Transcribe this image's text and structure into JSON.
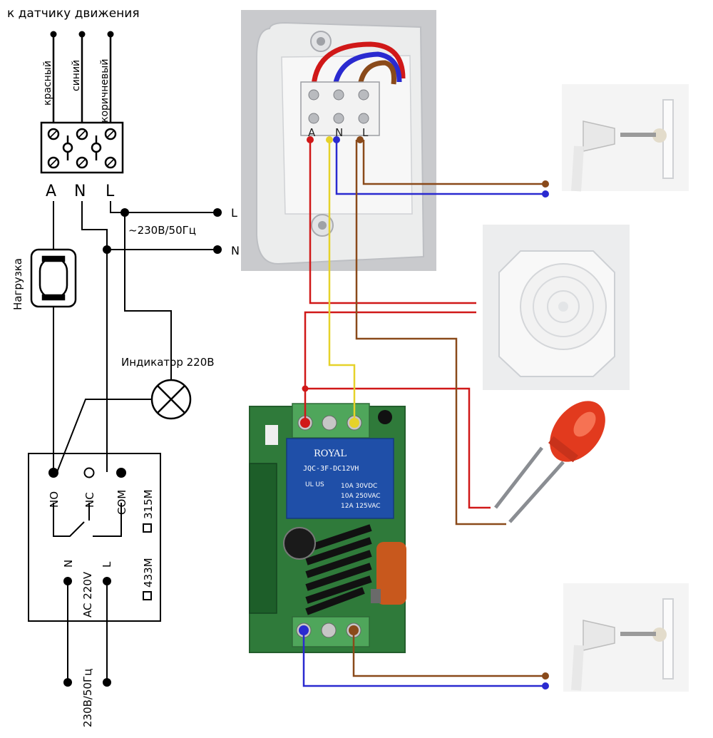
{
  "header": {
    "sensor_title": "к датчику движения"
  },
  "wire_colors_ru": {
    "red": "красный",
    "blue": "синий",
    "brown": "коричневый"
  },
  "terminals": {
    "a": "A",
    "n": "N",
    "l": "L"
  },
  "mains": {
    "l": "L",
    "n": "N",
    "spec": "~230В/50Гц"
  },
  "load": {
    "label": "Нагрузка"
  },
  "indicator": {
    "label": "Индикатор 220В"
  },
  "relay_module": {
    "no": "NO",
    "nc": "NC",
    "com": "COM",
    "freq_433": "433M",
    "freq_315": "315M",
    "n": "N",
    "l": "L",
    "ac": "AC 220V",
    "supply": "230В/50Гц"
  },
  "photo_labels": {
    "a": "A",
    "n": "N",
    "l": "L"
  },
  "relay_photo": {
    "brand": "ROYAL",
    "model": "JQC-3F-DC12VH",
    "rating1": "10A 30VDC",
    "rating2": "10A 250VAC",
    "rating3": "12A 125VAC",
    "cert": "UL US"
  },
  "colors": {
    "red_wire": "#d01818",
    "blue_wire": "#2a2ad0",
    "brown_wire": "#8a4a1a",
    "yellow_wire": "#e6d22a",
    "pcb_green": "#2f7a3a"
  }
}
